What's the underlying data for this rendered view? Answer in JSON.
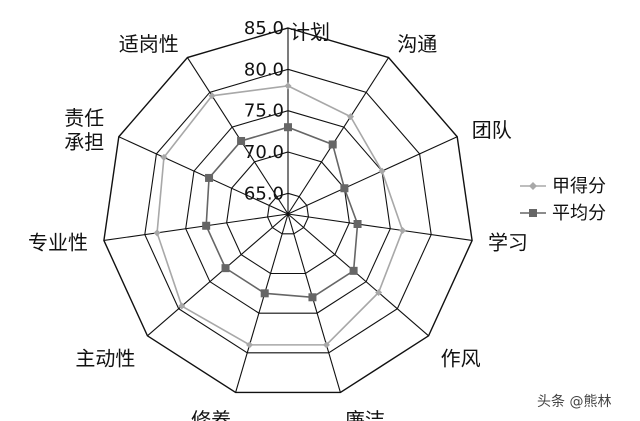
{
  "chart_data": {
    "type": "radar",
    "axes": [
      "计划",
      "沟通",
      "团队",
      "学习",
      "作风",
      "廉洁",
      "修养",
      "主动性",
      "专业性",
      "责任\n承担",
      "适岗性"
    ],
    "range": [
      62.5,
      85.0
    ],
    "ticks": [
      "65.0",
      "70.0",
      "75.0",
      "80.0",
      "85.0"
    ],
    "grid": true,
    "legend_position": "right",
    "series": [
      {
        "name": "甲得分",
        "color": "#a8a8a8",
        "marker": "diamond",
        "values": [
          78.0,
          76.5,
          75.0,
          76.5,
          77.0,
          79.0,
          79.0,
          79.5,
          78.5,
          79.0,
          79.5
        ]
      },
      {
        "name": "平均分",
        "color": "#666666",
        "marker": "square",
        "values": [
          73.0,
          72.5,
          70.0,
          71.0,
          73.0,
          73.0,
          72.5,
          72.5,
          72.5,
          73.0,
          73.0
        ]
      }
    ]
  },
  "watermark": "头条 @熊林"
}
